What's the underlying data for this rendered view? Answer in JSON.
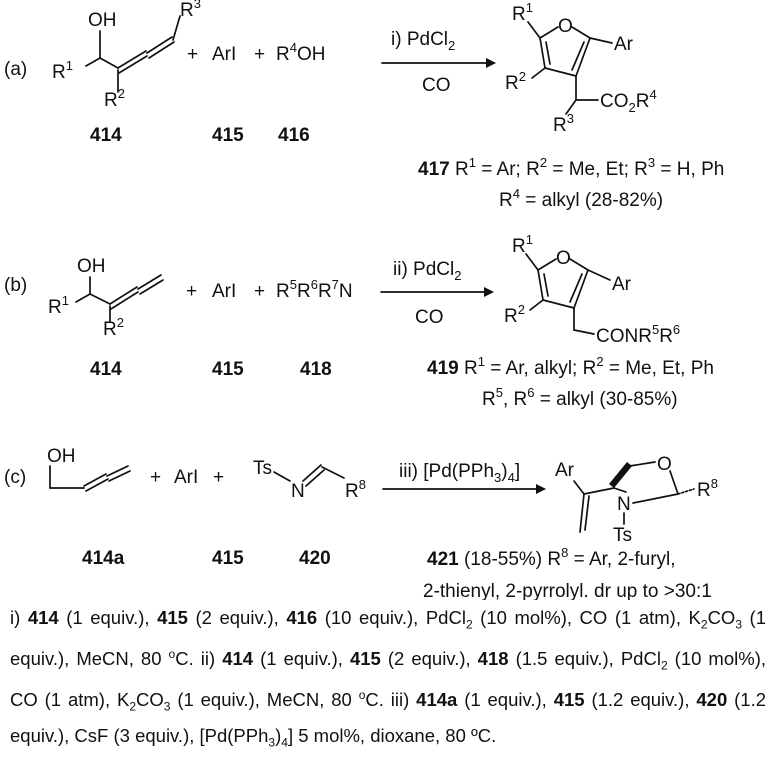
{
  "scheme_a": {
    "tag": "(a)",
    "reactant_1": {
      "number": "414",
      "oh": "OH",
      "r1": "R1",
      "r2": "R2",
      "r3": "R3"
    },
    "plus_1": "+",
    "reactant_2": {
      "number": "415",
      "text": "ArI"
    },
    "plus_2": "+",
    "reactant_3": {
      "number": "416",
      "text": "R4OH"
    },
    "arrow_top": "i) PdCl2",
    "arrow_bottom": "CO",
    "product": {
      "number": "417",
      "o": "O",
      "ar": "Ar",
      "r1": "R1",
      "r2": "R2",
      "r3": "R3",
      "side_chain": "CO2R4",
      "scope_line_1": "R1 = Ar; R2 = Me, Et; R3 = H, Ph",
      "scope_line_2": "R4 = alkyl (28-82%)"
    }
  },
  "scheme_b": {
    "tag": "(b)",
    "reactant_1": {
      "number": "414",
      "oh": "OH",
      "r1": "R1",
      "r2": "R2"
    },
    "plus_1": "+",
    "reactant_2": {
      "number": "415",
      "text": "ArI"
    },
    "plus_2": "+",
    "reactant_3": {
      "number": "418",
      "text": "R5R6R7N"
    },
    "arrow_top": "ii) PdCl2",
    "arrow_bottom": "CO",
    "product": {
      "number": "419",
      "o": "O",
      "ar": "Ar",
      "r1": "R1",
      "r2": "R2",
      "side_chain": "CONR5R6",
      "scope_line_1": "R1 = Ar, alkyl; R2 = Me, Et, Ph",
      "scope_line_2": "R5, R6 = alkyl (30-85%)"
    }
  },
  "scheme_c": {
    "tag": "(c)",
    "reactant_1": {
      "number": "414a",
      "oh": "OH"
    },
    "plus_1": "+",
    "reactant_2": {
      "number": "415",
      "text": "ArI"
    },
    "plus_2": "+",
    "reactant_3": {
      "number": "420",
      "ts": "Ts",
      "n": "N",
      "r8": "R8"
    },
    "arrow_top": "iii) [Pd(PPh3)4]",
    "product": {
      "number": "421",
      "ar": "Ar",
      "o": "O",
      "n": "N",
      "ts": "Ts",
      "r8": "R8",
      "scope_line_1": "(18-55%) R8 = Ar, 2-furyl,",
      "scope_line_2": "2-thienyl, 2-pyrrolyl. dr up to >30:1"
    }
  },
  "conditions": {
    "i": "i) 414 (1 equiv.), 415 (2 equiv.), 416 (10 equiv.), PdCl2 (10 mol%), CO (1 atm), K2CO3 (1 equiv.), MeCN, 80 oC.",
    "ii": "ii) 414 (1 equiv.), 415 (2 equiv.), 418 (1.5 equiv.), PdCl2 (10 mol%), CO (1 atm), K2CO3 (1 equiv.), MeCN, 80 oC.",
    "iii": "iii) 414a (1 equiv.), 415 (1.2 equiv.), 420 (1.2 equiv.), CsF (3 equiv.), [Pd(PPh3)4] 5 mol%, dioxane, 80 ºC."
  }
}
